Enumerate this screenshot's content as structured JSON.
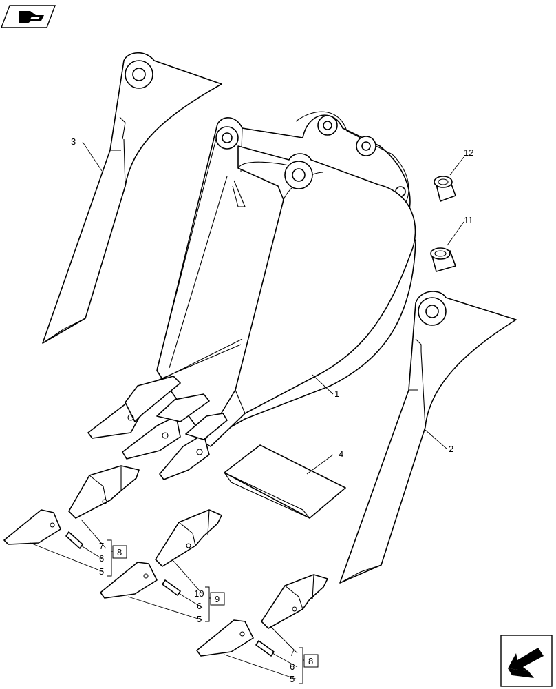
{
  "icons": {
    "top_left": "reference-book-icon",
    "bottom_right": "direction-arrow-icon"
  },
  "colors": {
    "line": "#000000",
    "background": "#ffffff"
  },
  "callouts": {
    "p1": "1",
    "p2": "2",
    "p3": "3",
    "p4": "4",
    "p11": "11",
    "p12": "12",
    "grp_a": {
      "a": "7",
      "b": "6",
      "c": "5",
      "kit": "8"
    },
    "grp_b": {
      "a": "10",
      "b": "6",
      "c": "5",
      "kit": "9"
    },
    "grp_c": {
      "a": "7",
      "b": "6",
      "c": "5",
      "kit": "8"
    }
  }
}
